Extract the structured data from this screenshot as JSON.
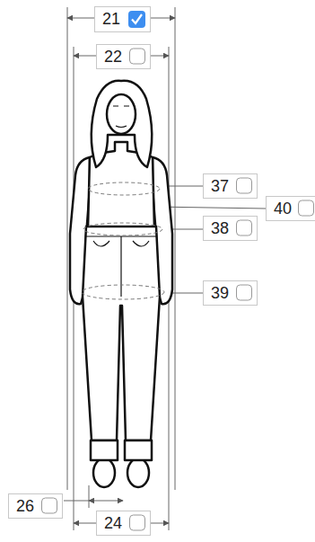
{
  "diagram": {
    "nodes": [
      {
        "text": [
          "21"
        ]
      },
      {
        "text": [
          "22"
        ]
      },
      {
        "text": [
          "37"
        ]
      },
      {
        "text": [
          "40"
        ]
      },
      {
        "text": [
          "38"
        ]
      },
      {
        "text": [
          "39"
        ]
      },
      {
        "text": [
          "26"
        ]
      },
      {
        "text": [
          "24"
        ]
      }
    ]
  }
}
